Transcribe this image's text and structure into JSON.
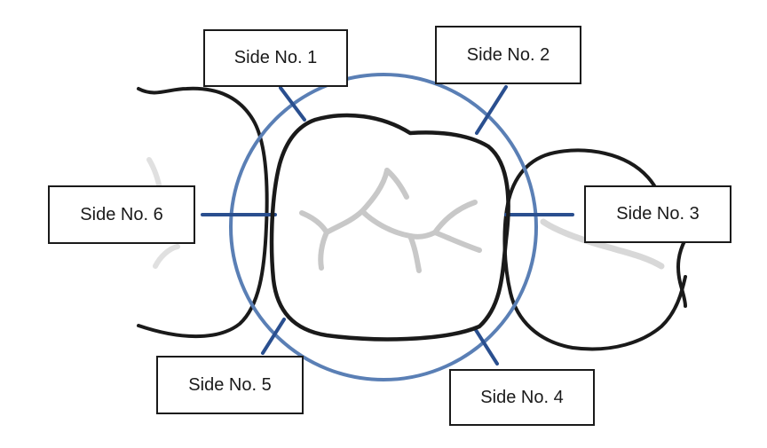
{
  "labels": {
    "side_1": "Side No. 1",
    "side_2": "Side No. 2",
    "side_3": "Side No. 3",
    "side_4": "Side No. 4",
    "side_5": "Side No. 5",
    "side_6": "Side No. 6"
  },
  "colors": {
    "outline": "#1a1a1a",
    "ring": "#5a7fb5",
    "tick": "#2a4f8f",
    "fissure": "#c8c8c8"
  }
}
